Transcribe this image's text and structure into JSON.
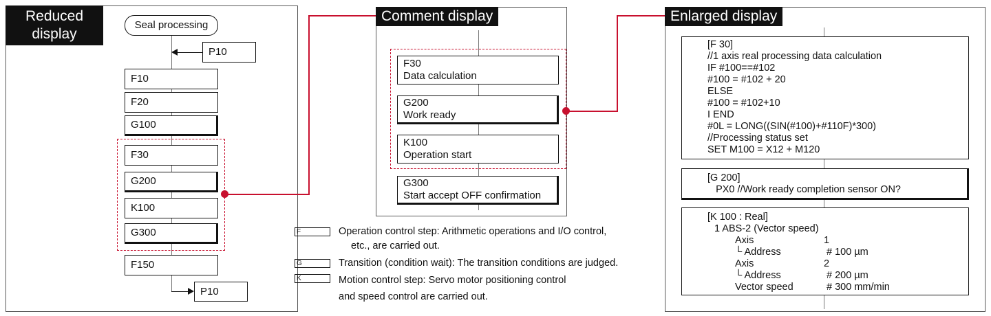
{
  "reduced": {
    "title_line1": "Reduced",
    "title_line2": "display",
    "start": "Seal processing",
    "jump_in": "P10",
    "steps": [
      "F10",
      "F20",
      "G100",
      "F30",
      "G200",
      "K100",
      "G300",
      "F150"
    ],
    "jump_out": "P10"
  },
  "comment": {
    "title": "Comment display",
    "steps": [
      {
        "code": "F30",
        "desc": "Data calculation"
      },
      {
        "code": "G200",
        "desc": "Work ready"
      },
      {
        "code": "K100",
        "desc": "Operation start"
      },
      {
        "code": "G300",
        "desc": "Start accept OFF confirmation"
      }
    ]
  },
  "legend": {
    "f_tag": "F",
    "f_line1": "Operation control step: Arithmetic operations and I/O control,",
    "f_line2": "etc., are carried out.",
    "g_tag": "G",
    "g_line1": "Transition (condition wait): The transition conditions are judged.",
    "k_tag": "K",
    "k_line1": "Motion control step: Servo motor positioning control",
    "k_line2": "and speed control are carried out."
  },
  "enlarged": {
    "title": "Enlarged display",
    "block1": [
      "[F 30]",
      "//1 axis real processing data calculation",
      "IF #100==#102",
      "#100 = #102 + 20",
      "ELSE",
      "#100 = #102+10",
      "I END",
      "#0L = LONG((SIN(#100)+#110F)*300)",
      "//Processing status set",
      "SET M100 = X12 + M120"
    ],
    "block2": [
      "[G 200]",
      "   PX0 //Work ready completion sensor ON?"
    ],
    "block3": {
      "header": "[K 100 : Real]",
      "line1": "1 ABS-2 (Vector speed)",
      "rows": [
        {
          "label": "Axis",
          "value": "1"
        },
        {
          "label": "└ Address",
          "value": "# 100 µm"
        },
        {
          "label": "Axis",
          "value": "2"
        },
        {
          "label": "└ Address",
          "value": "# 200 µm"
        },
        {
          "label": "Vector speed",
          "value": "# 300 mm/min"
        }
      ]
    }
  }
}
